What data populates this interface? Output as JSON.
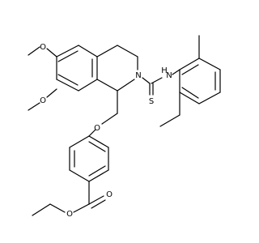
{
  "colors": {
    "background": "#ffffff",
    "bond": "#000000",
    "label": "#000000"
  },
  "atom_labels": {
    "methoxy_o_upper": "O",
    "methoxy_o_lower": "O",
    "ring_n": "N",
    "amine_nh": "N",
    "amine_h": "H",
    "thione_s": "S",
    "ether_o": "O",
    "carbonyl_o": "O",
    "ester_o": "O"
  }
}
